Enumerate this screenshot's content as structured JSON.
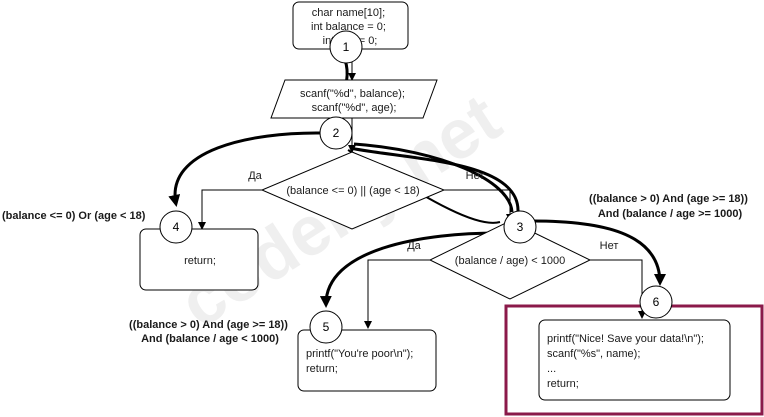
{
  "watermark": "codeby.net",
  "colors": {
    "highlight_box": "#8b1a4a",
    "stroke": "#000000",
    "background": "#ffffff"
  },
  "blocks": {
    "declarations": [
      "char name[10];",
      "int balance = 0;",
      "int age = 0;"
    ],
    "input": [
      "scanf(\"%d\", balance);",
      "scanf(\"%d\", age);"
    ],
    "decision1": "(balance <= 0) || (age < 18)",
    "decision2": "(balance / age) < 1000",
    "return1": "return;",
    "poor": [
      "printf(\"You're poor\\n\");",
      "return;"
    ],
    "nice": [
      "printf(\"Nice! Save your data!\\n\");",
      "scanf(\"%s\", name);",
      "...",
      "return;"
    ]
  },
  "branch_labels": {
    "d1_yes": "Да",
    "d1_no": "Нет",
    "d2_yes": "Да",
    "d2_no": "Нет"
  },
  "node_numbers": [
    "1",
    "2",
    "3",
    "4",
    "5",
    "6"
  ],
  "path_conditions": {
    "to_4": "(balance <= 0) Or (age < 18)",
    "to_5": [
      "((balance > 0) And (age >= 18))",
      "And (balance / age < 1000)"
    ],
    "to_6": [
      "((balance > 0) And (age >= 18))",
      "And (balance / age >= 1000)"
    ]
  }
}
